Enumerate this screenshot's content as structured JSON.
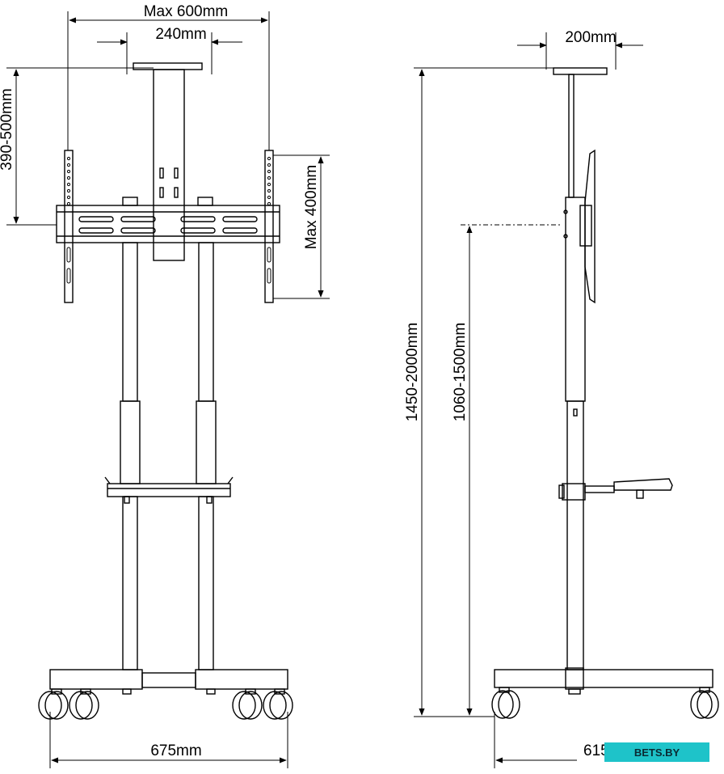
{
  "front_view": {
    "dimensions": {
      "max_width": "Max 600mm",
      "inner_width": "240mm",
      "vertical_range": "390-500mm",
      "max_height": "Max 400mm",
      "base_width": "675mm"
    }
  },
  "side_view": {
    "dimensions": {
      "top_plate": "200mm",
      "total_height": "1450-2000mm",
      "mount_height": "1060-1500mm",
      "base_depth": "615"
    }
  },
  "watermark": {
    "text": "BETS.BY",
    "color": "#1ec3c9"
  },
  "colors": {
    "line": "#000000",
    "background": "#ffffff"
  }
}
